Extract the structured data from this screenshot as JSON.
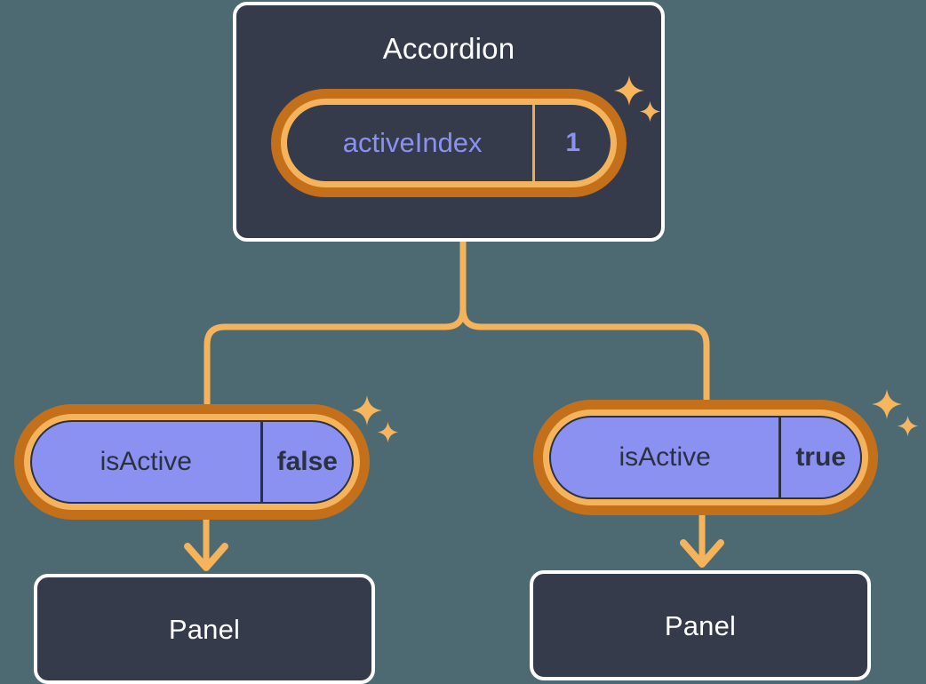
{
  "diagram": {
    "title_node": {
      "name": "Accordion",
      "state": {
        "key": "activeIndex",
        "value": "1"
      }
    },
    "branches": [
      {
        "state": {
          "key": "isActive",
          "value": "false"
        },
        "child": {
          "name": "Panel"
        }
      },
      {
        "state": {
          "key": "isActive",
          "value": "true"
        },
        "child": {
          "name": "Panel"
        }
      }
    ],
    "icons": {
      "sparkle_large": "sparkle-icon",
      "sparkle_small": "sparkle-small-icon",
      "arrow": "arrow-down-icon",
      "branch": "branch-connector-icon"
    },
    "colors": {
      "background": "#4d6a73",
      "component_fill": "#353b4a",
      "component_border": "#ffffff",
      "state_ring_outer": "#c4701a",
      "state_ring_inner": "#f5b45c",
      "state_fill_purple": "#8b91f0",
      "accent_text": "#8b91f0",
      "connector": "#f5b45c",
      "dark_text": "#2b3140"
    }
  }
}
